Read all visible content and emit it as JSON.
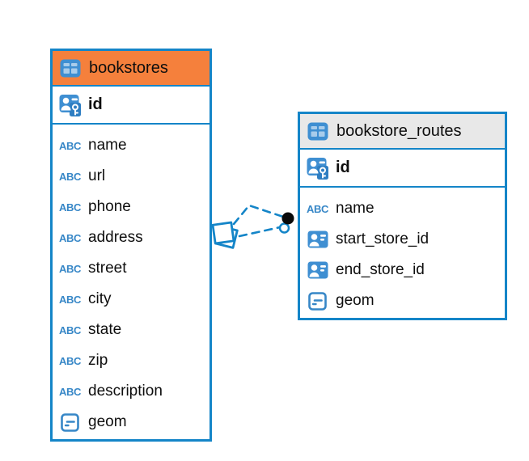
{
  "colors": {
    "accent_blue": "#1485C8",
    "icon_blue": "#3F8FD2",
    "header_orange": "#F5803C",
    "header_gray": "#E8E8E8",
    "text": "#0E0E0E"
  },
  "tables": [
    {
      "name": "bookstores",
      "header_color": "#F5803C",
      "primary_key": {
        "name": "id",
        "icon": "primary-key-icon"
      },
      "columns": [
        {
          "name": "name",
          "icon": "text-icon"
        },
        {
          "name": "url",
          "icon": "text-icon"
        },
        {
          "name": "phone",
          "icon": "text-icon"
        },
        {
          "name": "address",
          "icon": "text-icon"
        },
        {
          "name": "street",
          "icon": "text-icon"
        },
        {
          "name": "city",
          "icon": "text-icon"
        },
        {
          "name": "state",
          "icon": "text-icon"
        },
        {
          "name": "zip",
          "icon": "text-icon"
        },
        {
          "name": "description",
          "icon": "text-icon"
        },
        {
          "name": "geom",
          "icon": "geometry-icon"
        }
      ]
    },
    {
      "name": "bookstore_routes",
      "header_color": "#E8E8E8",
      "primary_key": {
        "name": "id",
        "icon": "primary-key-icon"
      },
      "columns": [
        {
          "name": "name",
          "icon": "text-icon"
        },
        {
          "name": "start_store_id",
          "icon": "reference-icon"
        },
        {
          "name": "end_store_id",
          "icon": "reference-icon"
        },
        {
          "name": "geom",
          "icon": "geometry-icon"
        }
      ]
    }
  ],
  "relationship": {
    "from_table": "bookstores",
    "to_table": "bookstore_routes",
    "line_style": "dashed",
    "line_count": 2,
    "from_endpoint": "diamond",
    "to_endpoint": "dot"
  }
}
